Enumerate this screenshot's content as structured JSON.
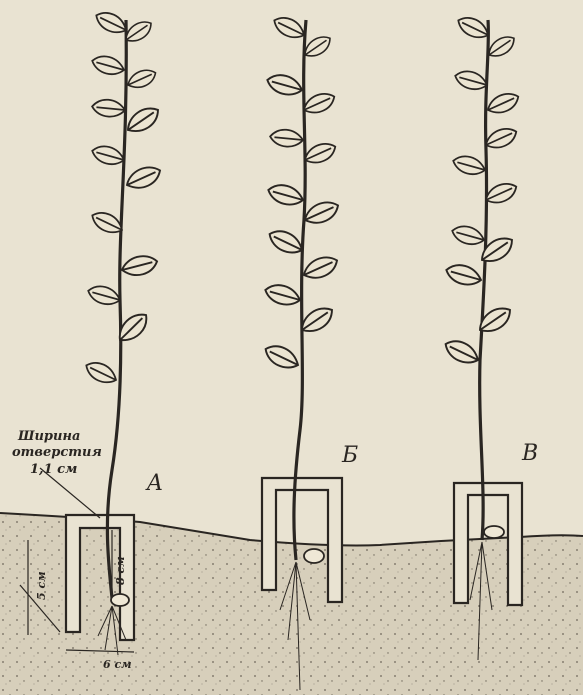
{
  "figure": {
    "panels": [
      {
        "id": "A",
        "label": "A"
      },
      {
        "id": "B",
        "label": "Б"
      },
      {
        "id": "V",
        "label": "В"
      }
    ],
    "annotation": {
      "line1": "Ширина",
      "line2": "отверстия",
      "line3": "1,1 см"
    },
    "dimensions": {
      "depth_outer": "5 см",
      "depth_inner": "8 см",
      "width": "6 см"
    },
    "colors": {
      "paper": "#e9e3d2",
      "ink": "#2a2622",
      "soil": "#d4ccb8"
    }
  }
}
